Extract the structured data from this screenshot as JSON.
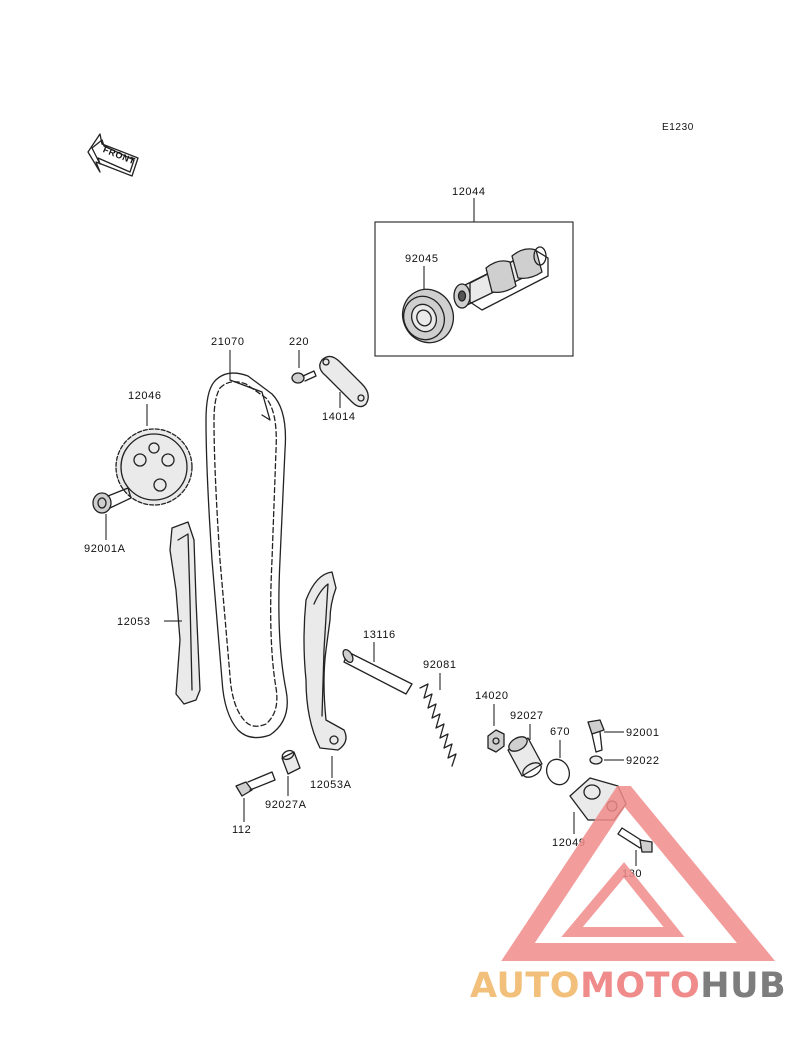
{
  "figure": {
    "code": "E1230",
    "front_label": "FRONT",
    "parts": [
      {
        "id": "12044",
        "label": "12044"
      },
      {
        "id": "92045",
        "label": "92045"
      },
      {
        "id": "21070",
        "label": "21070"
      },
      {
        "id": "220",
        "label": "220"
      },
      {
        "id": "14014",
        "label": "14014"
      },
      {
        "id": "12046",
        "label": "12046"
      },
      {
        "id": "92001A",
        "label": "92001A"
      },
      {
        "id": "12053",
        "label": "12053"
      },
      {
        "id": "13116",
        "label": "13116"
      },
      {
        "id": "92081",
        "label": "92081"
      },
      {
        "id": "14020",
        "label": "14020"
      },
      {
        "id": "92027",
        "label": "92027"
      },
      {
        "id": "670",
        "label": "670"
      },
      {
        "id": "92001",
        "label": "92001"
      },
      {
        "id": "92022",
        "label": "92022"
      },
      {
        "id": "12053A",
        "label": "12053A"
      },
      {
        "id": "92027A",
        "label": "92027A"
      },
      {
        "id": "112",
        "label": "112"
      },
      {
        "id": "12049",
        "label": "12049"
      },
      {
        "id": "130",
        "label": "130"
      }
    ]
  },
  "watermark": {
    "part1": "AUTO",
    "part2": "MOTO",
    "part3": "HUB",
    "color1": "#f2c07a",
    "color2": "#f08b8b",
    "color3": "#7d7d7d",
    "triangle_color": "#f08b8b"
  }
}
